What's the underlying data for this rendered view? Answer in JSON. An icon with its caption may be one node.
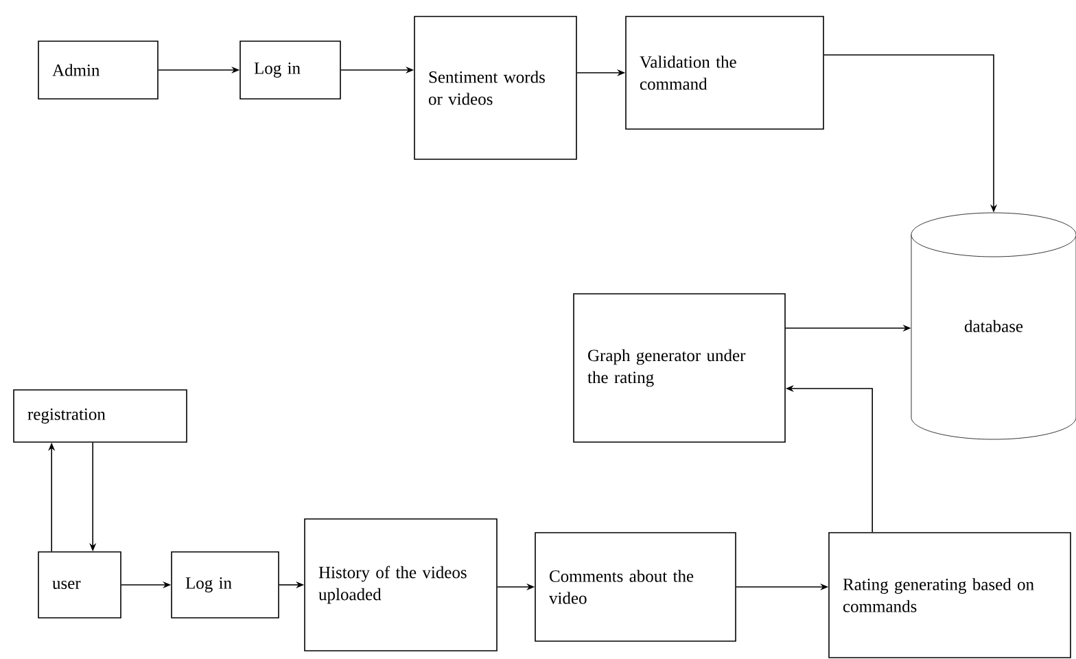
{
  "diagram": {
    "nodes": [
      {
        "text": [
          "Admin"
        ]
      },
      {
        "text": [
          "Log in"
        ]
      },
      {
        "text": [
          "Sentiment words or videos"
        ]
      },
      {
        "text": [
          "Validation the command"
        ]
      },
      {
        "text": [
          "database"
        ]
      },
      {
        "text": [
          "Graph generator under the rating"
        ]
      },
      {
        "text": [
          "registration"
        ]
      },
      {
        "text": [
          "user"
        ]
      },
      {
        "text": [
          "Log in"
        ]
      },
      {
        "text": [
          "History of the videos uploaded"
        ]
      },
      {
        "text": [
          "Comments about the video"
        ]
      },
      {
        "text": [
          "Rating generating based on commands"
        ]
      }
    ],
    "edges": [
      {
        "from": 0,
        "to": 1,
        "arrow": "to"
      },
      {
        "from": 1,
        "to": 2,
        "arrow": "to"
      },
      {
        "from": 2,
        "to": 3,
        "arrow": "to"
      },
      {
        "from": 3,
        "to": 4,
        "arrow": "to"
      },
      {
        "from": 5,
        "to": 4,
        "arrow": "to"
      },
      {
        "from": 6,
        "to": 7,
        "arrow": "to"
      },
      {
        "from": 7,
        "to": 6,
        "arrow": "to"
      },
      {
        "from": 7,
        "to": 8,
        "arrow": "to"
      },
      {
        "from": 8,
        "to": 9,
        "arrow": "to"
      },
      {
        "from": 9,
        "to": 10,
        "arrow": "to"
      },
      {
        "from": 10,
        "to": 11,
        "arrow": "to"
      },
      {
        "from": 11,
        "to": 5,
        "arrow": "to"
      }
    ]
  }
}
